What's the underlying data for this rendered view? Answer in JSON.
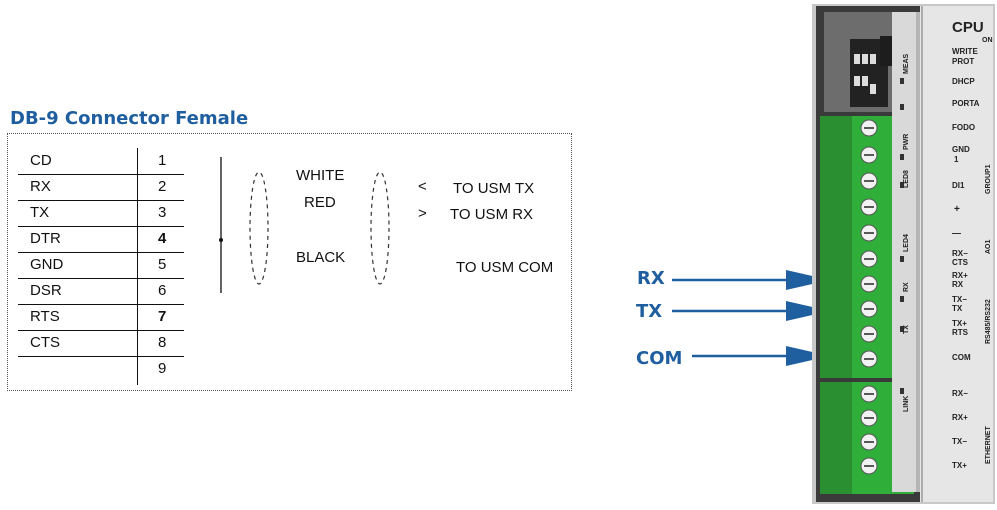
{
  "connector_title": "DB-9 Connector Female",
  "pins": [
    {
      "signal": "CD",
      "number": "1"
    },
    {
      "signal": "RX",
      "number": "2"
    },
    {
      "signal": "TX",
      "number": "3"
    },
    {
      "signal": "DTR",
      "number": "4"
    },
    {
      "signal": "GND",
      "number": "5"
    },
    {
      "signal": "DSR",
      "number": "6"
    },
    {
      "signal": "RTS",
      "number": "7"
    },
    {
      "signal": "CTS",
      "number": "8"
    },
    {
      "signal": "",
      "number": "9"
    }
  ],
  "wires": {
    "white": "WHITE",
    "red": "RED",
    "black": "BLACK",
    "lt": "<",
    "gt": ">",
    "to_usm_tx": "TO USM TX",
    "to_usm_rx": "TO USM RX",
    "to_usm_com": "TO USM COM"
  },
  "arrows": {
    "rx": "RX",
    "tx": "TX",
    "com": "COM"
  },
  "device_labels": {
    "cpu": "CPU",
    "on": "ON",
    "write": "WRITE",
    "prot": "PROT",
    "dhcp": "DHCP",
    "porta": "PORTA",
    "fodo": "FODO",
    "gnd": "GND",
    "one": "1",
    "group1": "GROUP1",
    "di1": "DI1",
    "plus": "+",
    "minus": "—",
    "ao1": "AO1",
    "rx_minus": "RX−",
    "cts": "CTS",
    "rx_plus": "RX+",
    "rx": "RX",
    "tx_minus": "TX−",
    "tx": "TX",
    "tx_plus": "TX+",
    "rts": "RTS",
    "rs485": "RS485/RS232",
    "com": "COM",
    "link": "LINK",
    "ethernet": "ETHERNET",
    "eth_rx_minus": "RX−",
    "eth_rx_plus": "RX+",
    "eth_tx_minus": "TX−",
    "eth_tx_plus": "TX+",
    "meas": "MEAS",
    "pwr": "PWR",
    "led8": "LED8",
    "led4": "LED4",
    "rx_led": "RX",
    "tx_led": "TX"
  },
  "colors": {
    "title_blue": "#1f5f9f",
    "terminal_green": "#2fae3a",
    "arrow_blue": "#1f5f9f"
  }
}
